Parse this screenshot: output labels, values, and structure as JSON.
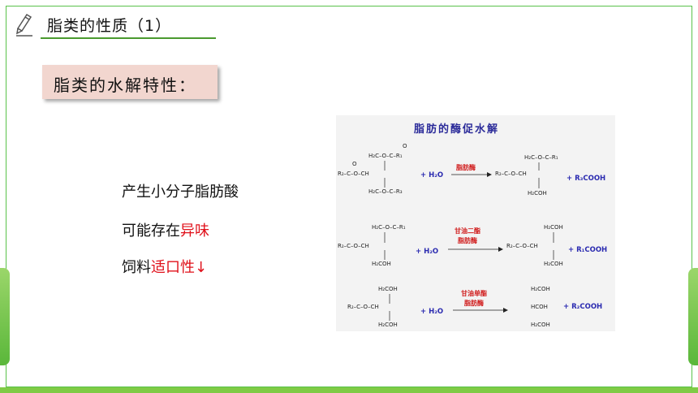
{
  "header": {
    "title": "脂类的性质（1）"
  },
  "section": {
    "label": "脂类的水解特性："
  },
  "points": [
    {
      "text": "产生小分子脂肪酸",
      "highlight": ""
    },
    {
      "text": "可能存在",
      "highlight": "异味"
    },
    {
      "text": "饲料",
      "highlight": "适口性↓"
    }
  ],
  "diagram": {
    "title": "脂肪的酶促水解",
    "reactions": [
      {
        "enzyme": [
          "脂肪酶"
        ],
        "reagent": "+ H₂O",
        "product": "+ R₃COOH"
      },
      {
        "enzyme": [
          "甘油二酯",
          "脂肪酶"
        ],
        "reagent": "+ H₂O",
        "product": "+ R₁COOH"
      },
      {
        "enzyme": [
          "甘油单酯",
          "脂肪酶"
        ],
        "reagent": "+ H₂O",
        "product": "+ R₂COOH"
      }
    ]
  }
}
